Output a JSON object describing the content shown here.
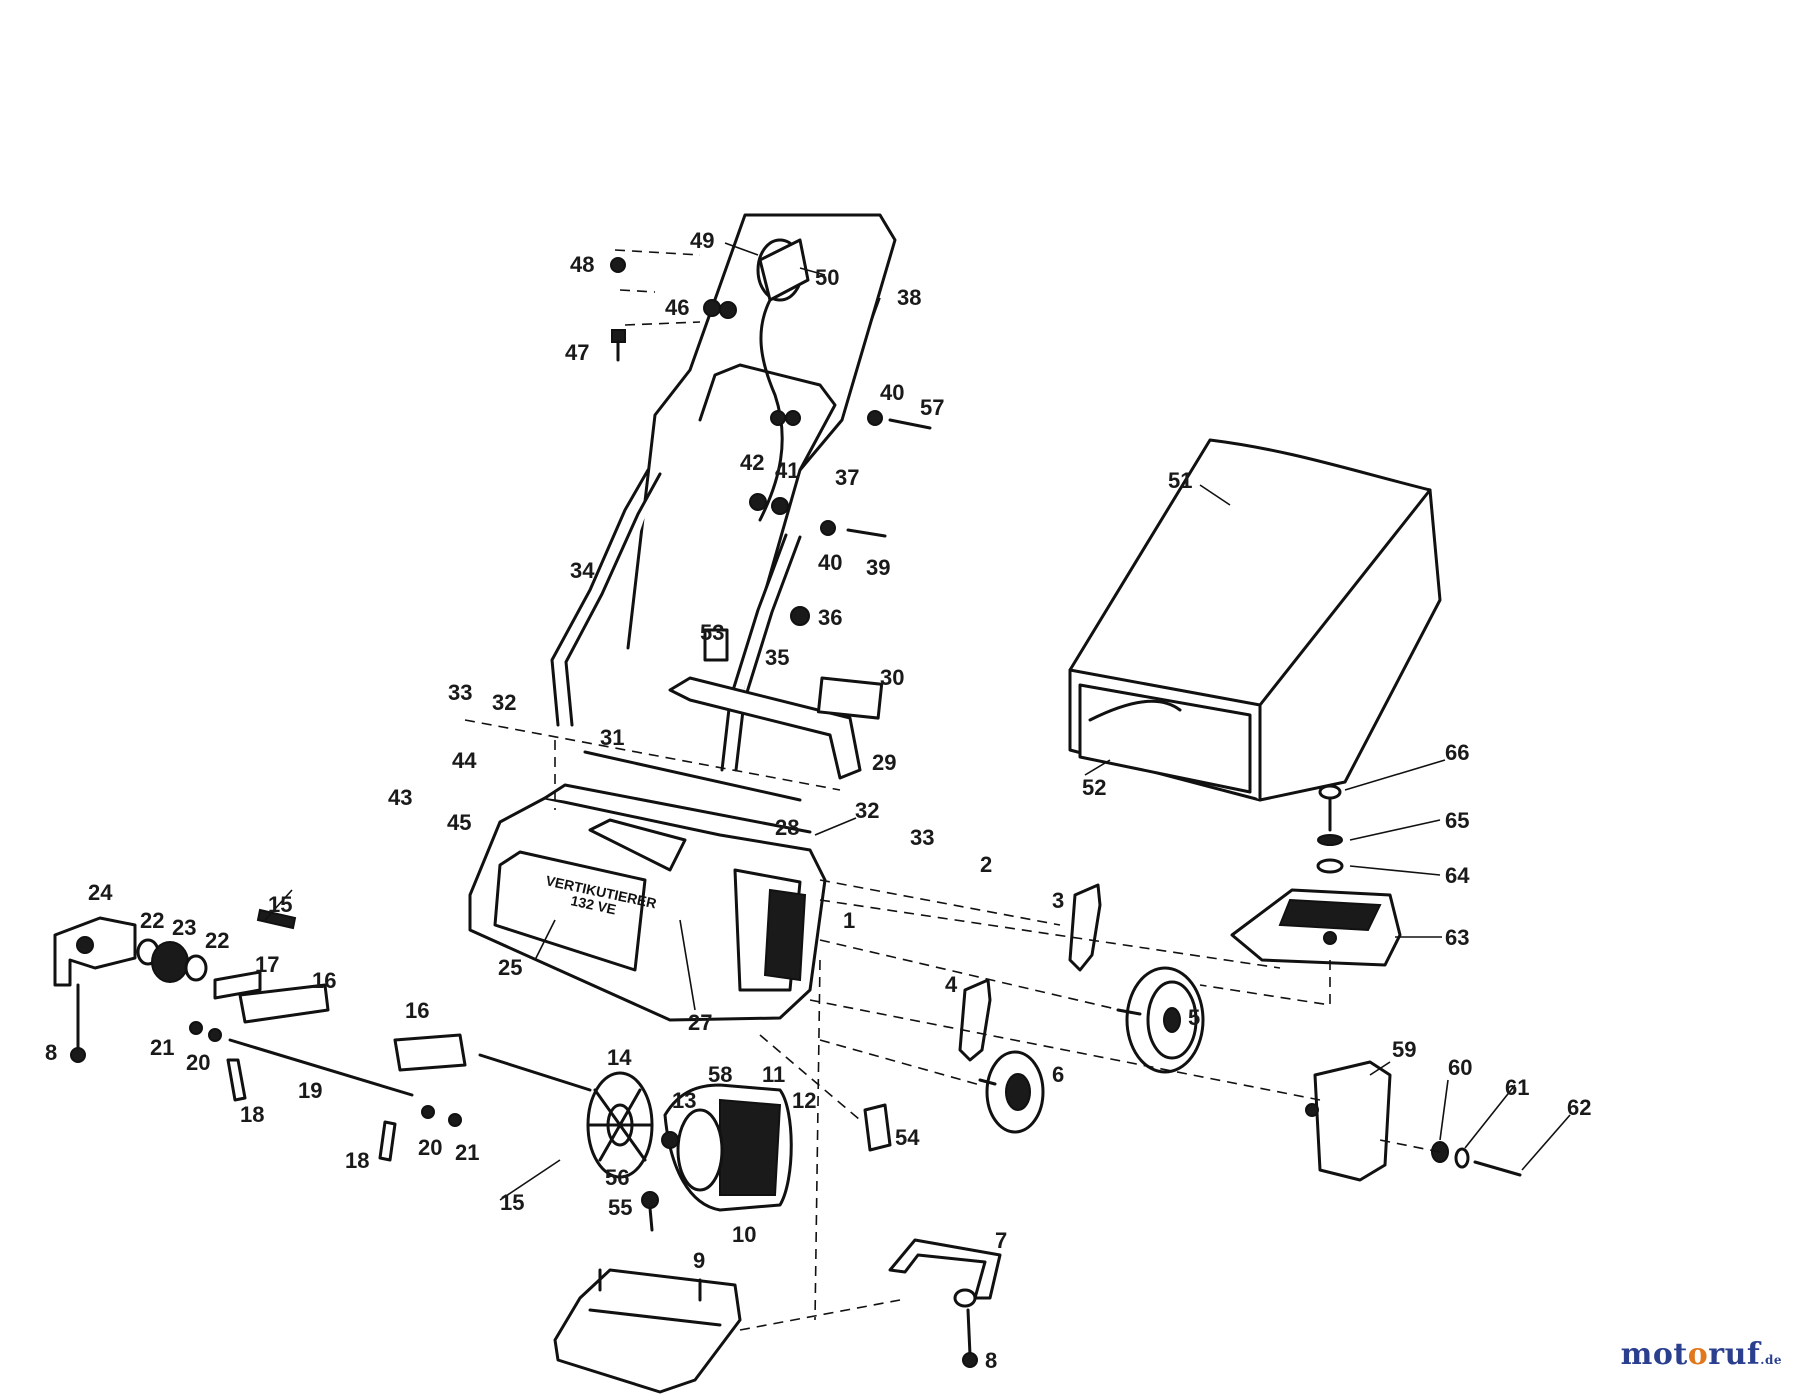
{
  "diagram": {
    "housing_label": "VERTIKUTIERER",
    "housing_model": "132 VE",
    "callouts": [
      {
        "label": "49"
      },
      {
        "label": "50"
      },
      {
        "label": "48"
      },
      {
        "label": "38"
      },
      {
        "label": "46"
      },
      {
        "label": "47"
      },
      {
        "label": "40"
      },
      {
        "label": "57"
      },
      {
        "label": "42"
      },
      {
        "label": "41"
      },
      {
        "label": "37"
      },
      {
        "label": "51"
      },
      {
        "label": "40"
      },
      {
        "label": "39"
      },
      {
        "label": "34"
      },
      {
        "label": "36"
      },
      {
        "label": "53"
      },
      {
        "label": "35"
      },
      {
        "label": "30"
      },
      {
        "label": "33"
      },
      {
        "label": "32"
      },
      {
        "label": "31"
      },
      {
        "label": "29"
      },
      {
        "label": "44"
      },
      {
        "label": "43"
      },
      {
        "label": "45"
      },
      {
        "label": "52"
      },
      {
        "label": "66"
      },
      {
        "label": "28"
      },
      {
        "label": "32"
      },
      {
        "label": "33"
      },
      {
        "label": "65"
      },
      {
        "label": "2"
      },
      {
        "label": "64"
      },
      {
        "label": "24"
      },
      {
        "label": "15"
      },
      {
        "label": "3"
      },
      {
        "label": "1"
      },
      {
        "label": "22"
      },
      {
        "label": "23"
      },
      {
        "label": "22"
      },
      {
        "label": "63"
      },
      {
        "label": "17"
      },
      {
        "label": "25"
      },
      {
        "label": "16"
      },
      {
        "label": "4"
      },
      {
        "label": "5"
      },
      {
        "label": "27"
      },
      {
        "label": "8"
      },
      {
        "label": "21"
      },
      {
        "label": "16"
      },
      {
        "label": "20"
      },
      {
        "label": "14"
      },
      {
        "label": "59"
      },
      {
        "label": "60"
      },
      {
        "label": "58"
      },
      {
        "label": "11"
      },
      {
        "label": "6"
      },
      {
        "label": "18"
      },
      {
        "label": "19"
      },
      {
        "label": "13"
      },
      {
        "label": "12"
      },
      {
        "label": "61"
      },
      {
        "label": "62"
      },
      {
        "label": "54"
      },
      {
        "label": "18"
      },
      {
        "label": "20"
      },
      {
        "label": "21"
      },
      {
        "label": "56"
      },
      {
        "label": "15"
      },
      {
        "label": "55"
      },
      {
        "label": "10"
      },
      {
        "label": "9"
      },
      {
        "label": "7"
      },
      {
        "label": "8"
      }
    ]
  },
  "watermark": {
    "part1": "mot",
    "part2": "o",
    "part3": "ruf",
    "tld": ".de"
  }
}
